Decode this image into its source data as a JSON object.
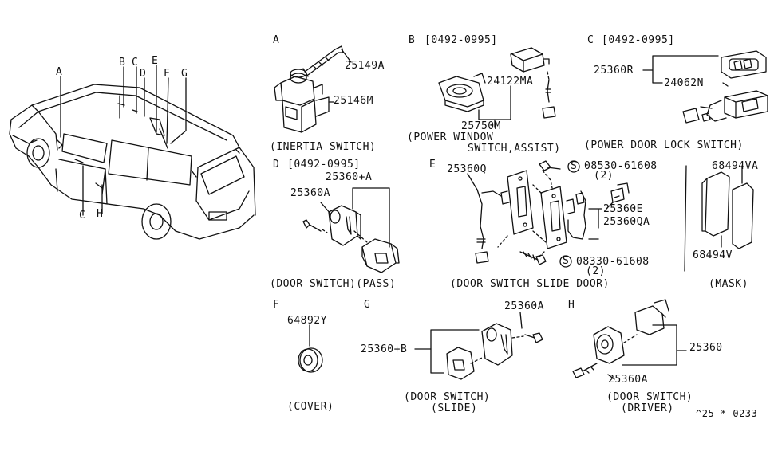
{
  "vehicle_callouts": {
    "A": "A",
    "B": "B",
    "C": "C",
    "E": "E",
    "D": "D",
    "F": "F",
    "G": "G",
    "C2": "C",
    "H": "H"
  },
  "sections": {
    "A": {
      "letter": "A",
      "parts": [
        "25149A",
        "25146M"
      ],
      "caption": "(INERTIA SWITCH)"
    },
    "B": {
      "letter": "B",
      "date_range": "[0492-0995]",
      "parts": [
        "24122MA",
        "25750M"
      ],
      "caption_line1": "(POWER WINDOW",
      "caption_line2": "SWITCH,ASSIST)"
    },
    "C": {
      "letter": "C",
      "date_range": "[0492-0995]",
      "parts": [
        "25360R",
        "24062N"
      ],
      "caption": "(POWER DOOR LOCK SWITCH)"
    },
    "D": {
      "letter": "D",
      "date_range": "[0492-0995]",
      "parts": [
        "25360+A",
        "25360A"
      ],
      "caption": "(DOOR SWITCH)(PASS)"
    },
    "E": {
      "letter": "E",
      "parts": [
        "25360Q",
        "08530-61608",
        "(2)",
        "25360E",
        "25360QA",
        "08330-61608",
        "(2)"
      ],
      "caption": "(DOOR SWITCH SLIDE DOOR)"
    },
    "mask": {
      "parts": [
        "68494VA",
        "68494V"
      ],
      "caption": "(MASK)"
    },
    "F": {
      "letter": "F",
      "parts": [
        "64892Y"
      ],
      "caption": "(COVER)"
    },
    "G": {
      "letter": "G",
      "parts": [
        "25360A",
        "25360+B"
      ],
      "caption_line1": "(DOOR SWITCH)",
      "caption_line2": "(SLIDE)"
    },
    "H": {
      "letter": "H",
      "parts": [
        "25360",
        "25360A"
      ],
      "caption_line1": "(DOOR SWITCH)",
      "caption_line2": "(DRIVER)"
    }
  },
  "screw_symbol": "S",
  "footer_code": "^25 * 0233"
}
